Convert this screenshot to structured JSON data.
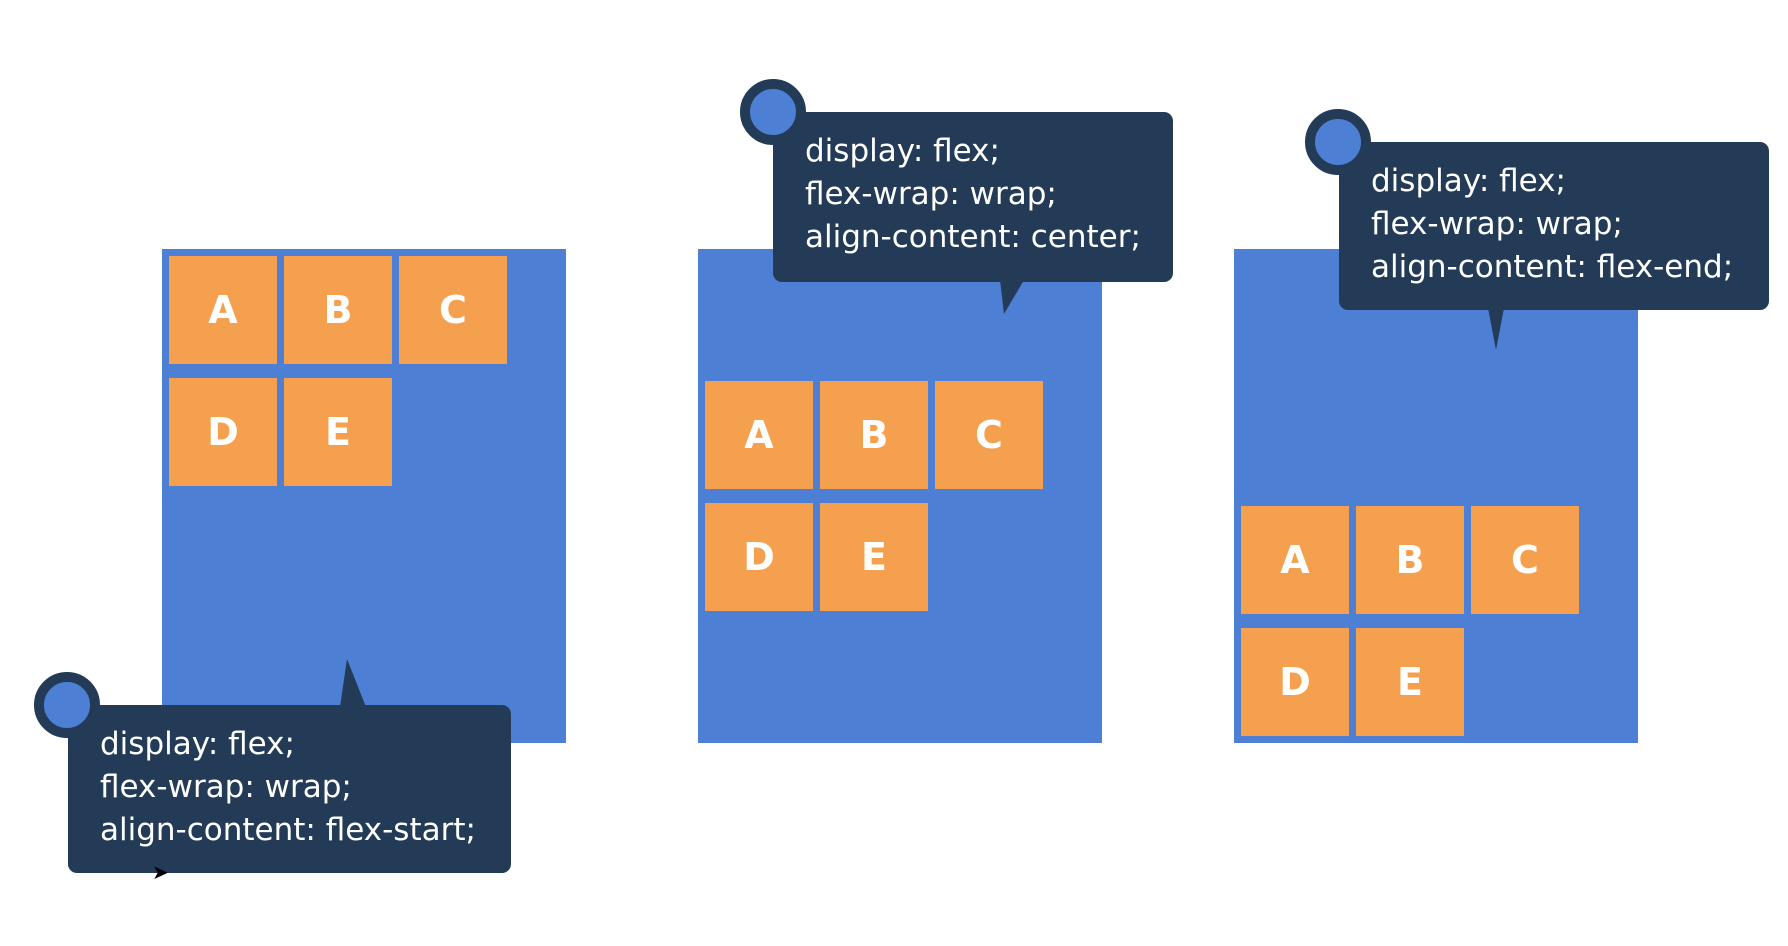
{
  "diagrams": [
    {
      "items": [
        "A",
        "B",
        "C",
        "D",
        "E"
      ],
      "code": [
        "display: flex;",
        "flex-wrap: wrap;",
        "align-content: flex-start;"
      ]
    },
    {
      "items": [
        "A",
        "B",
        "C",
        "D",
        "E"
      ],
      "code": [
        "display: flex;",
        "flex-wrap: wrap;",
        "align-content: center;"
      ]
    },
    {
      "items": [
        "A",
        "B",
        "C",
        "D",
        "E"
      ],
      "code": [
        "display: flex;",
        "flex-wrap: wrap;",
        "align-content: flex-end;"
      ]
    }
  ],
  "colors": {
    "container": "#4d80d4",
    "item": "#f5a04e",
    "callout": "#233b56"
  }
}
